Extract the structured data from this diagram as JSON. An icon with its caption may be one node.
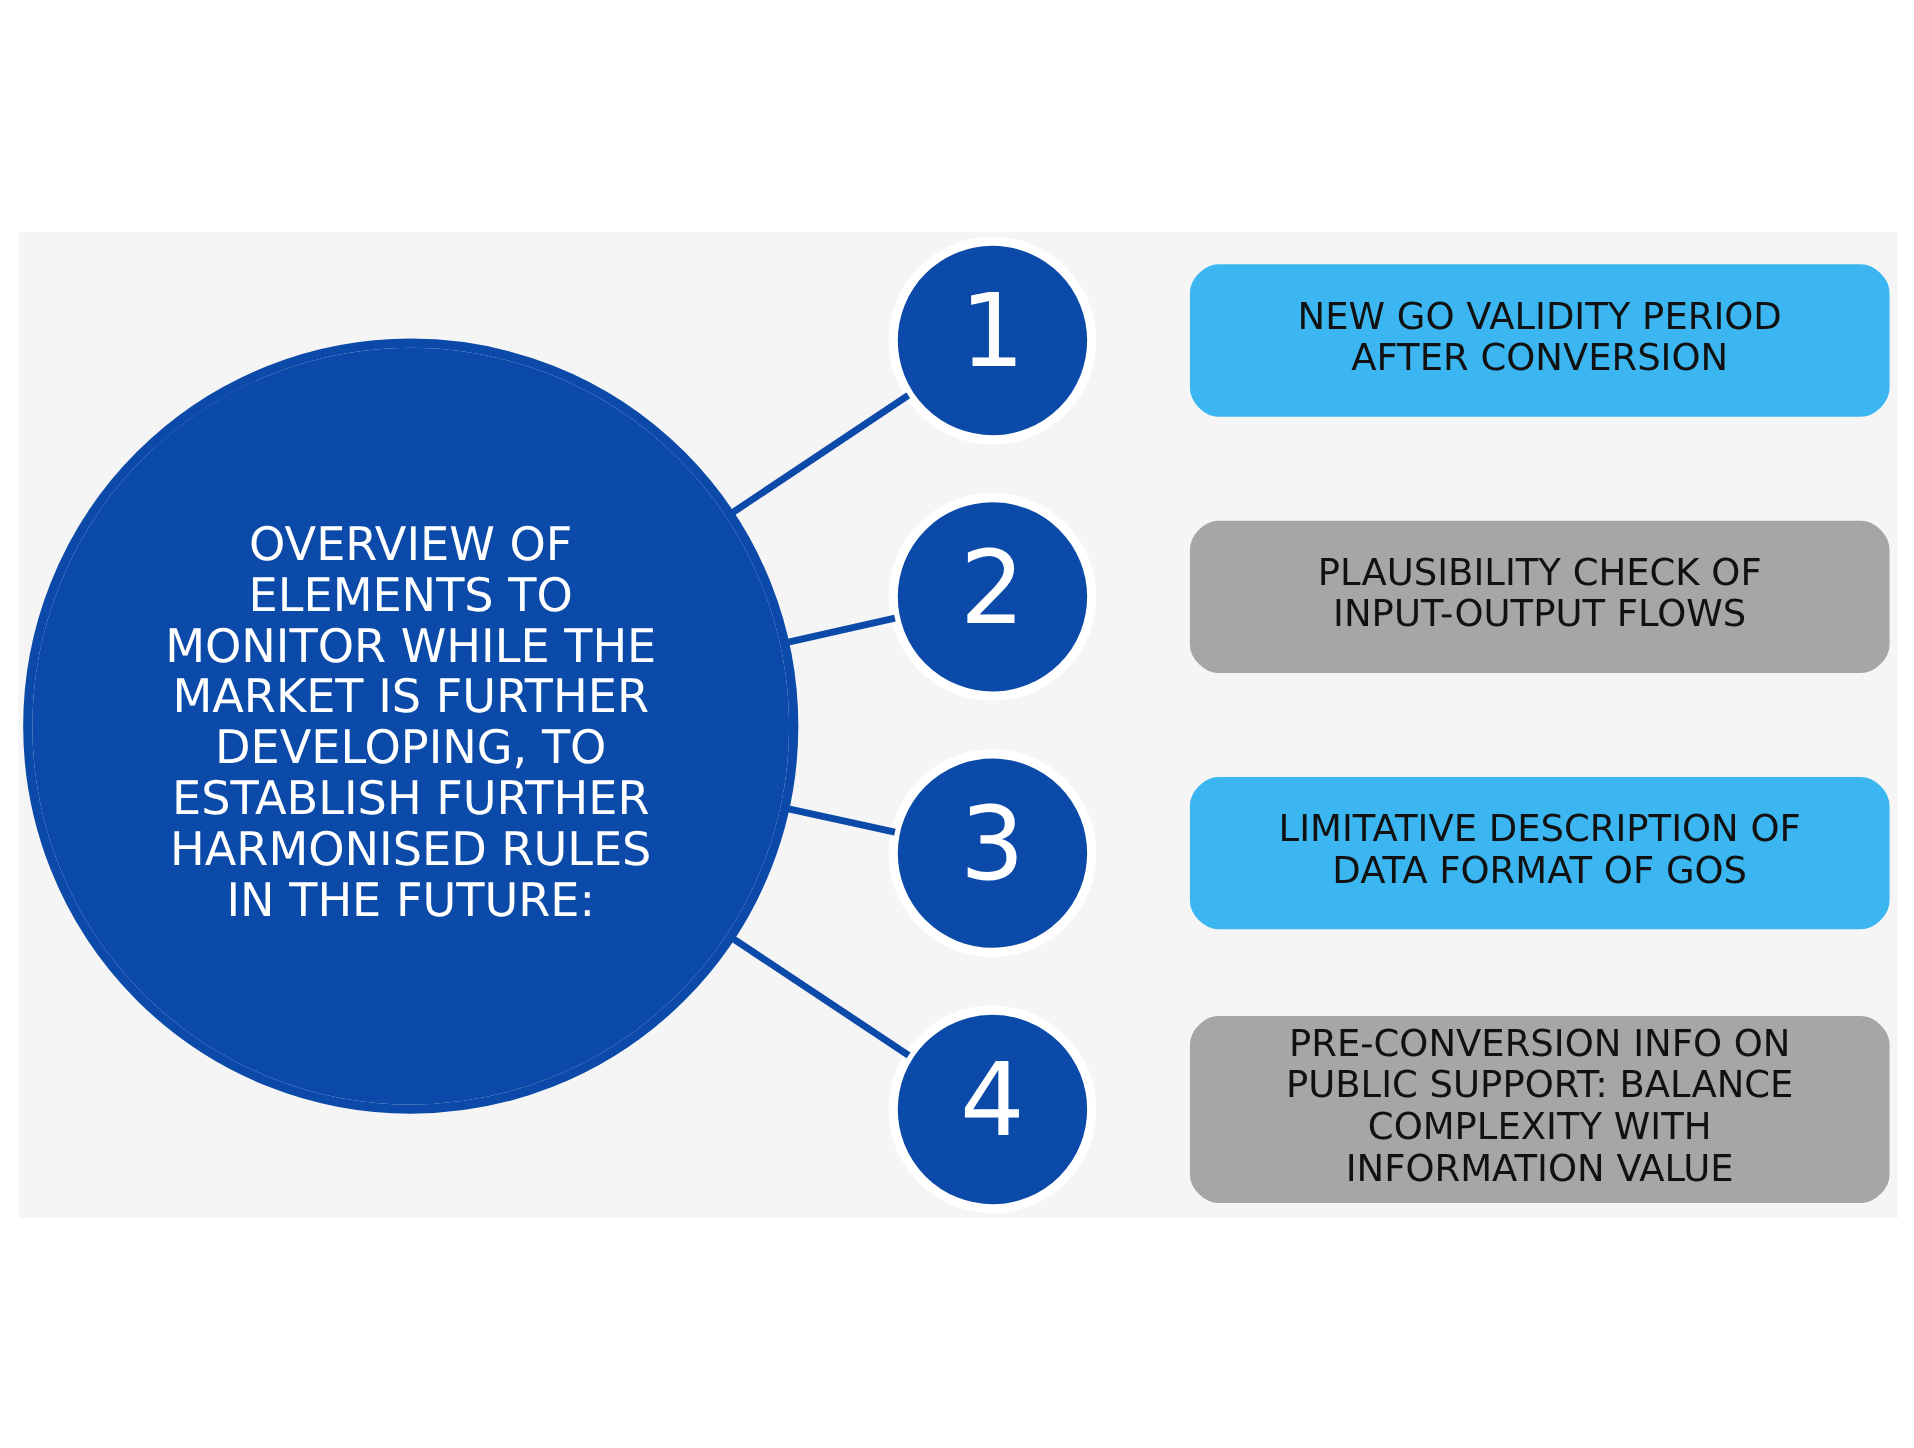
{
  "diagram": {
    "nodes": [
      {
        "text": [
          "OVERVIEW OF ELEMENTS TO MONITOR WHILE THE MARKET IS FURTHER DEVELOPING, TO ESTABLISH FURTHER HARMONISED RULES IN THE FUTURE:"
        ]
      },
      {
        "text": [
          "1"
        ]
      },
      {
        "text": [
          "NEW GO VALIDITY PERIOD AFTER CONVERSION"
        ]
      },
      {
        "text": [
          "2"
        ]
      },
      {
        "text": [
          "PLAUSIBILITY CHECK OF INPUT-OUTPUT FLOWS"
        ]
      },
      {
        "text": [
          "3"
        ]
      },
      {
        "text": [
          "LIMITATIVE DESCRIPTION OF DATA FORMAT OF GOS"
        ]
      },
      {
        "text": [
          "4"
        ]
      },
      {
        "text": [
          "PRE-CONVERSION INFO ON PUBLIC SUPPORT: BALANCE COMPLEXITY WITH INFORMATION VALUE"
        ]
      }
    ],
    "edges": [
      {
        "from": 0,
        "to": 1,
        "arrow": "none"
      },
      {
        "from": 0,
        "to": 3,
        "arrow": "none"
      },
      {
        "from": 0,
        "to": 5,
        "arrow": "none"
      },
      {
        "from": 0,
        "to": 7,
        "arrow": "none"
      }
    ]
  }
}
